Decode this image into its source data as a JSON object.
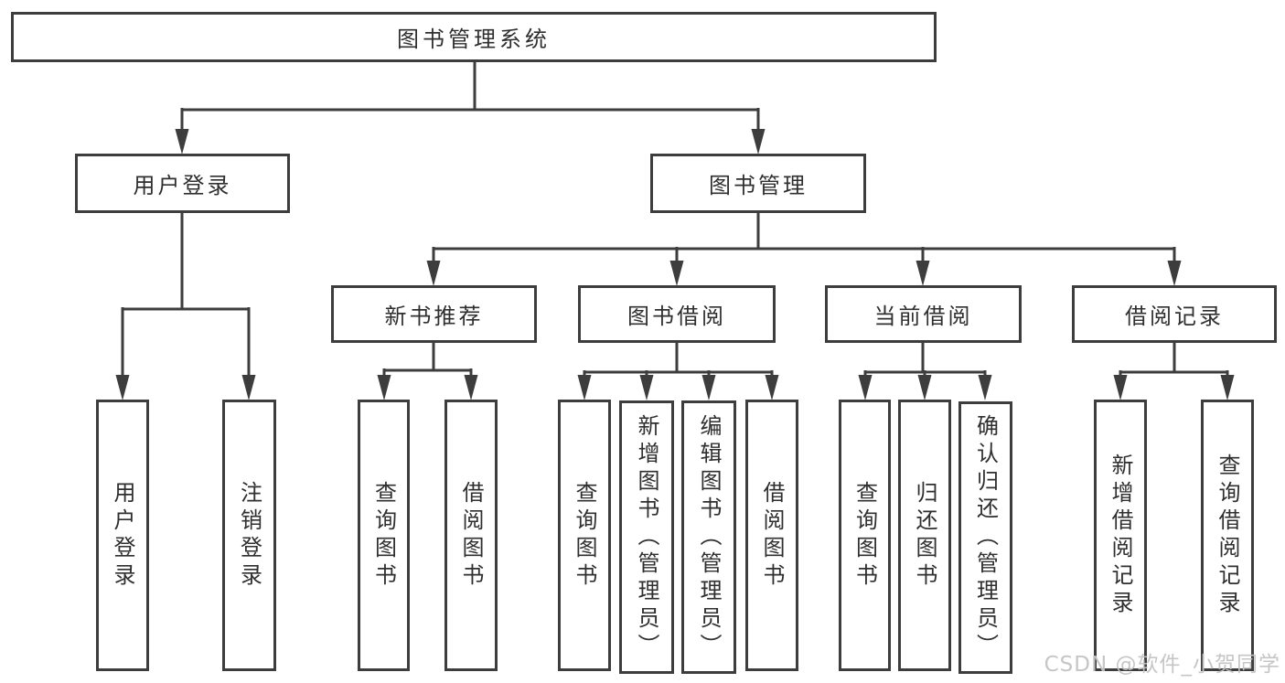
{
  "colors": {
    "background": "#ffffff",
    "line": "#3d3d3d",
    "box_border": "#3d3d3d",
    "text": "#2f2f2f",
    "watermark": "#c3c3c3"
  },
  "watermark": {
    "text": "CSDN @软件_小贺同学"
  },
  "tree": {
    "root": {
      "label": "图书管理系统"
    },
    "branches": [
      {
        "label": "用户登录",
        "children": [
          {
            "label": "用户登录"
          },
          {
            "label": "注销登录"
          }
        ]
      },
      {
        "label": "图书管理",
        "children": [
          {
            "label": "新书推荐",
            "children": [
              {
                "label": "查询图书"
              },
              {
                "label": "借阅图书"
              }
            ]
          },
          {
            "label": "图书借阅",
            "children": [
              {
                "label": "查询图书"
              },
              {
                "label": "新增图书（管理员）"
              },
              {
                "label": "编辑图书（管理员）"
              },
              {
                "label": "借阅图书"
              }
            ]
          },
          {
            "label": "当前借阅",
            "children": [
              {
                "label": "查询图书"
              },
              {
                "label": "归还图书"
              },
              {
                "label": "确认归还（管理员）"
              }
            ]
          },
          {
            "label": "借阅记录",
            "children": [
              {
                "label": "新增借阅记录"
              },
              {
                "label": "查询借阅记录"
              }
            ]
          }
        ]
      }
    ]
  }
}
